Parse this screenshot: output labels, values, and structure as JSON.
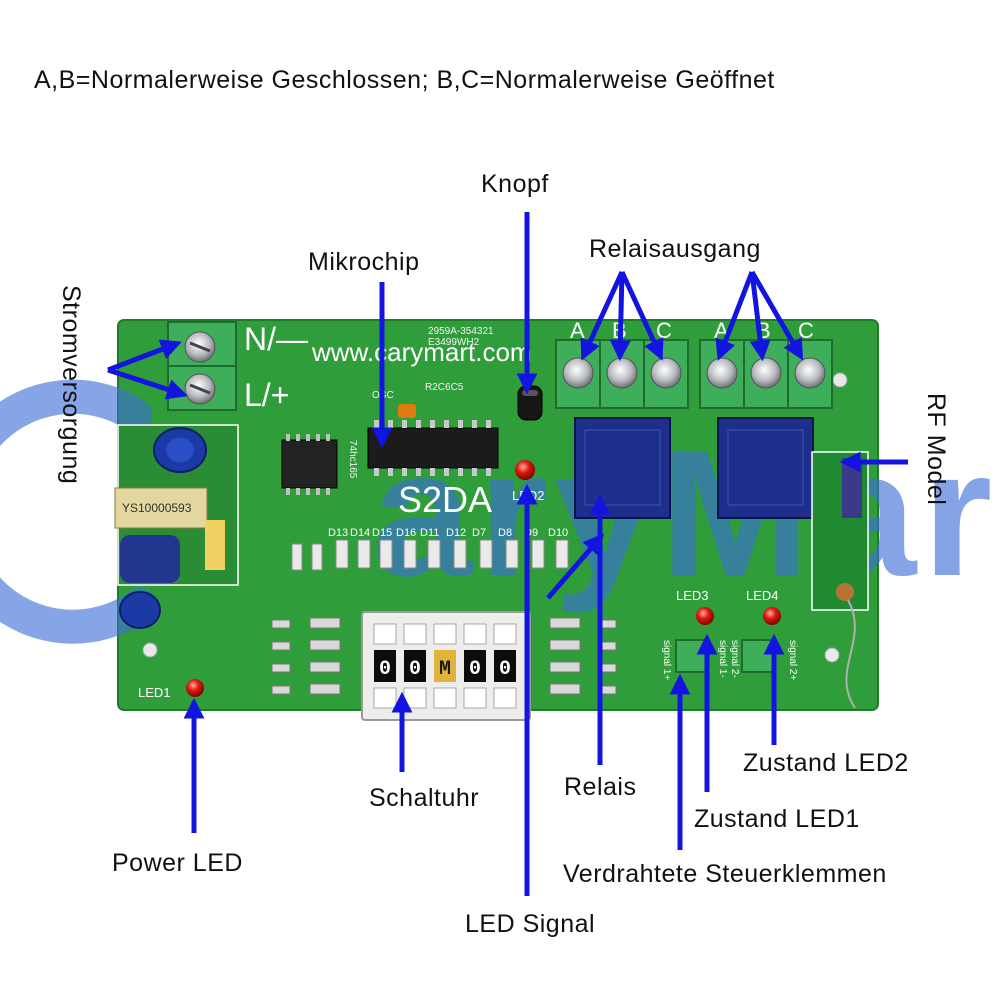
{
  "header": {
    "title": "A,B=Normalerweise Geschlossen; B,C=Normalerweise Geöffnet"
  },
  "labels": {
    "knopf": "Knopf",
    "mikrochip": "Mikrochip",
    "relaisausgang": "Relaisausgang",
    "stromversorgung": "Stromversorgung",
    "rf_model": "RF Model",
    "schaltuhr": "Schaltuhr",
    "relais": "Relais",
    "zustand_led2": "Zustand LED2",
    "zustand_led1": "Zustand LED1",
    "verdrahtete": "Verdrahtete Steuerklemmen",
    "power_led": "Power LED",
    "led_signal": "LED Signal"
  },
  "board": {
    "url": "www.carymart.com",
    "model": "S2DA",
    "neutral_mark": "N/—",
    "live_mark": "L/+",
    "terminal_letters": [
      "A",
      "B",
      "C"
    ],
    "transformer_code": "YS10000593",
    "chip_code": "74hc165",
    "ic_text": "2959A-354321",
    "ic_text2": "E3499WH2",
    "osc": "OSC",
    "parts_top": "R2C6C5",
    "led_marks": [
      "LED1",
      "LED2",
      "LED3",
      "LED4"
    ],
    "diode_marks": [
      "D13",
      "D14",
      "D15",
      "D16",
      "D11",
      "D12",
      "D7",
      "D8",
      "D9",
      "D10"
    ],
    "dip_digits": [
      "0",
      "0",
      "M",
      "0",
      "0"
    ],
    "signal_marks": [
      "signal 1+",
      "signal 1-",
      "signal 2-",
      "signal 2+"
    ]
  },
  "colors": {
    "pcb": "#2f9e3a",
    "arrow": "#1414e0",
    "terminal": "#3fae5a",
    "watermark": "#3b6ed8"
  }
}
